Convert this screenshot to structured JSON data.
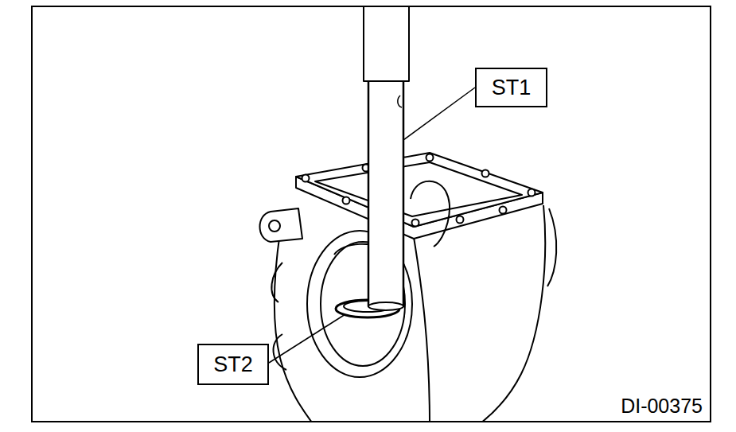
{
  "diagram": {
    "nodes": [
      {
        "text": [
          "ST1"
        ]
      },
      {
        "text": [
          "ST2"
        ]
      }
    ],
    "labels": [
      "DI-00375"
    ]
  }
}
